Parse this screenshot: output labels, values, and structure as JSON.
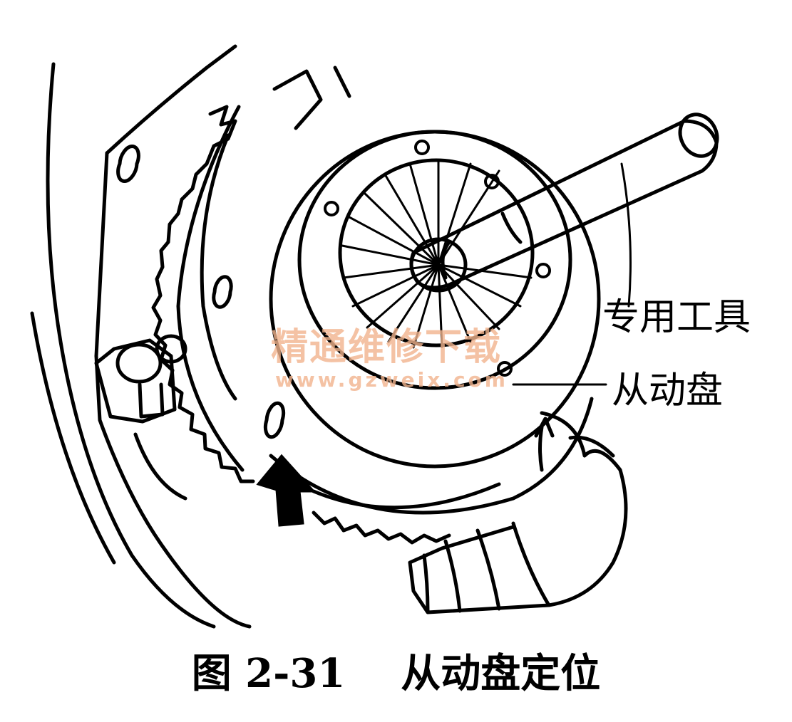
{
  "labels": {
    "tool": "专用工具",
    "driven_disc": "从动盘"
  },
  "watermark": {
    "site_name": "精通维修下载",
    "url": "www.gzweix.com"
  },
  "caption": "图 2-31    从动盘定位",
  "colors": {
    "line": "#000000",
    "watermark": "#f2b48e",
    "background": "#ffffff"
  }
}
